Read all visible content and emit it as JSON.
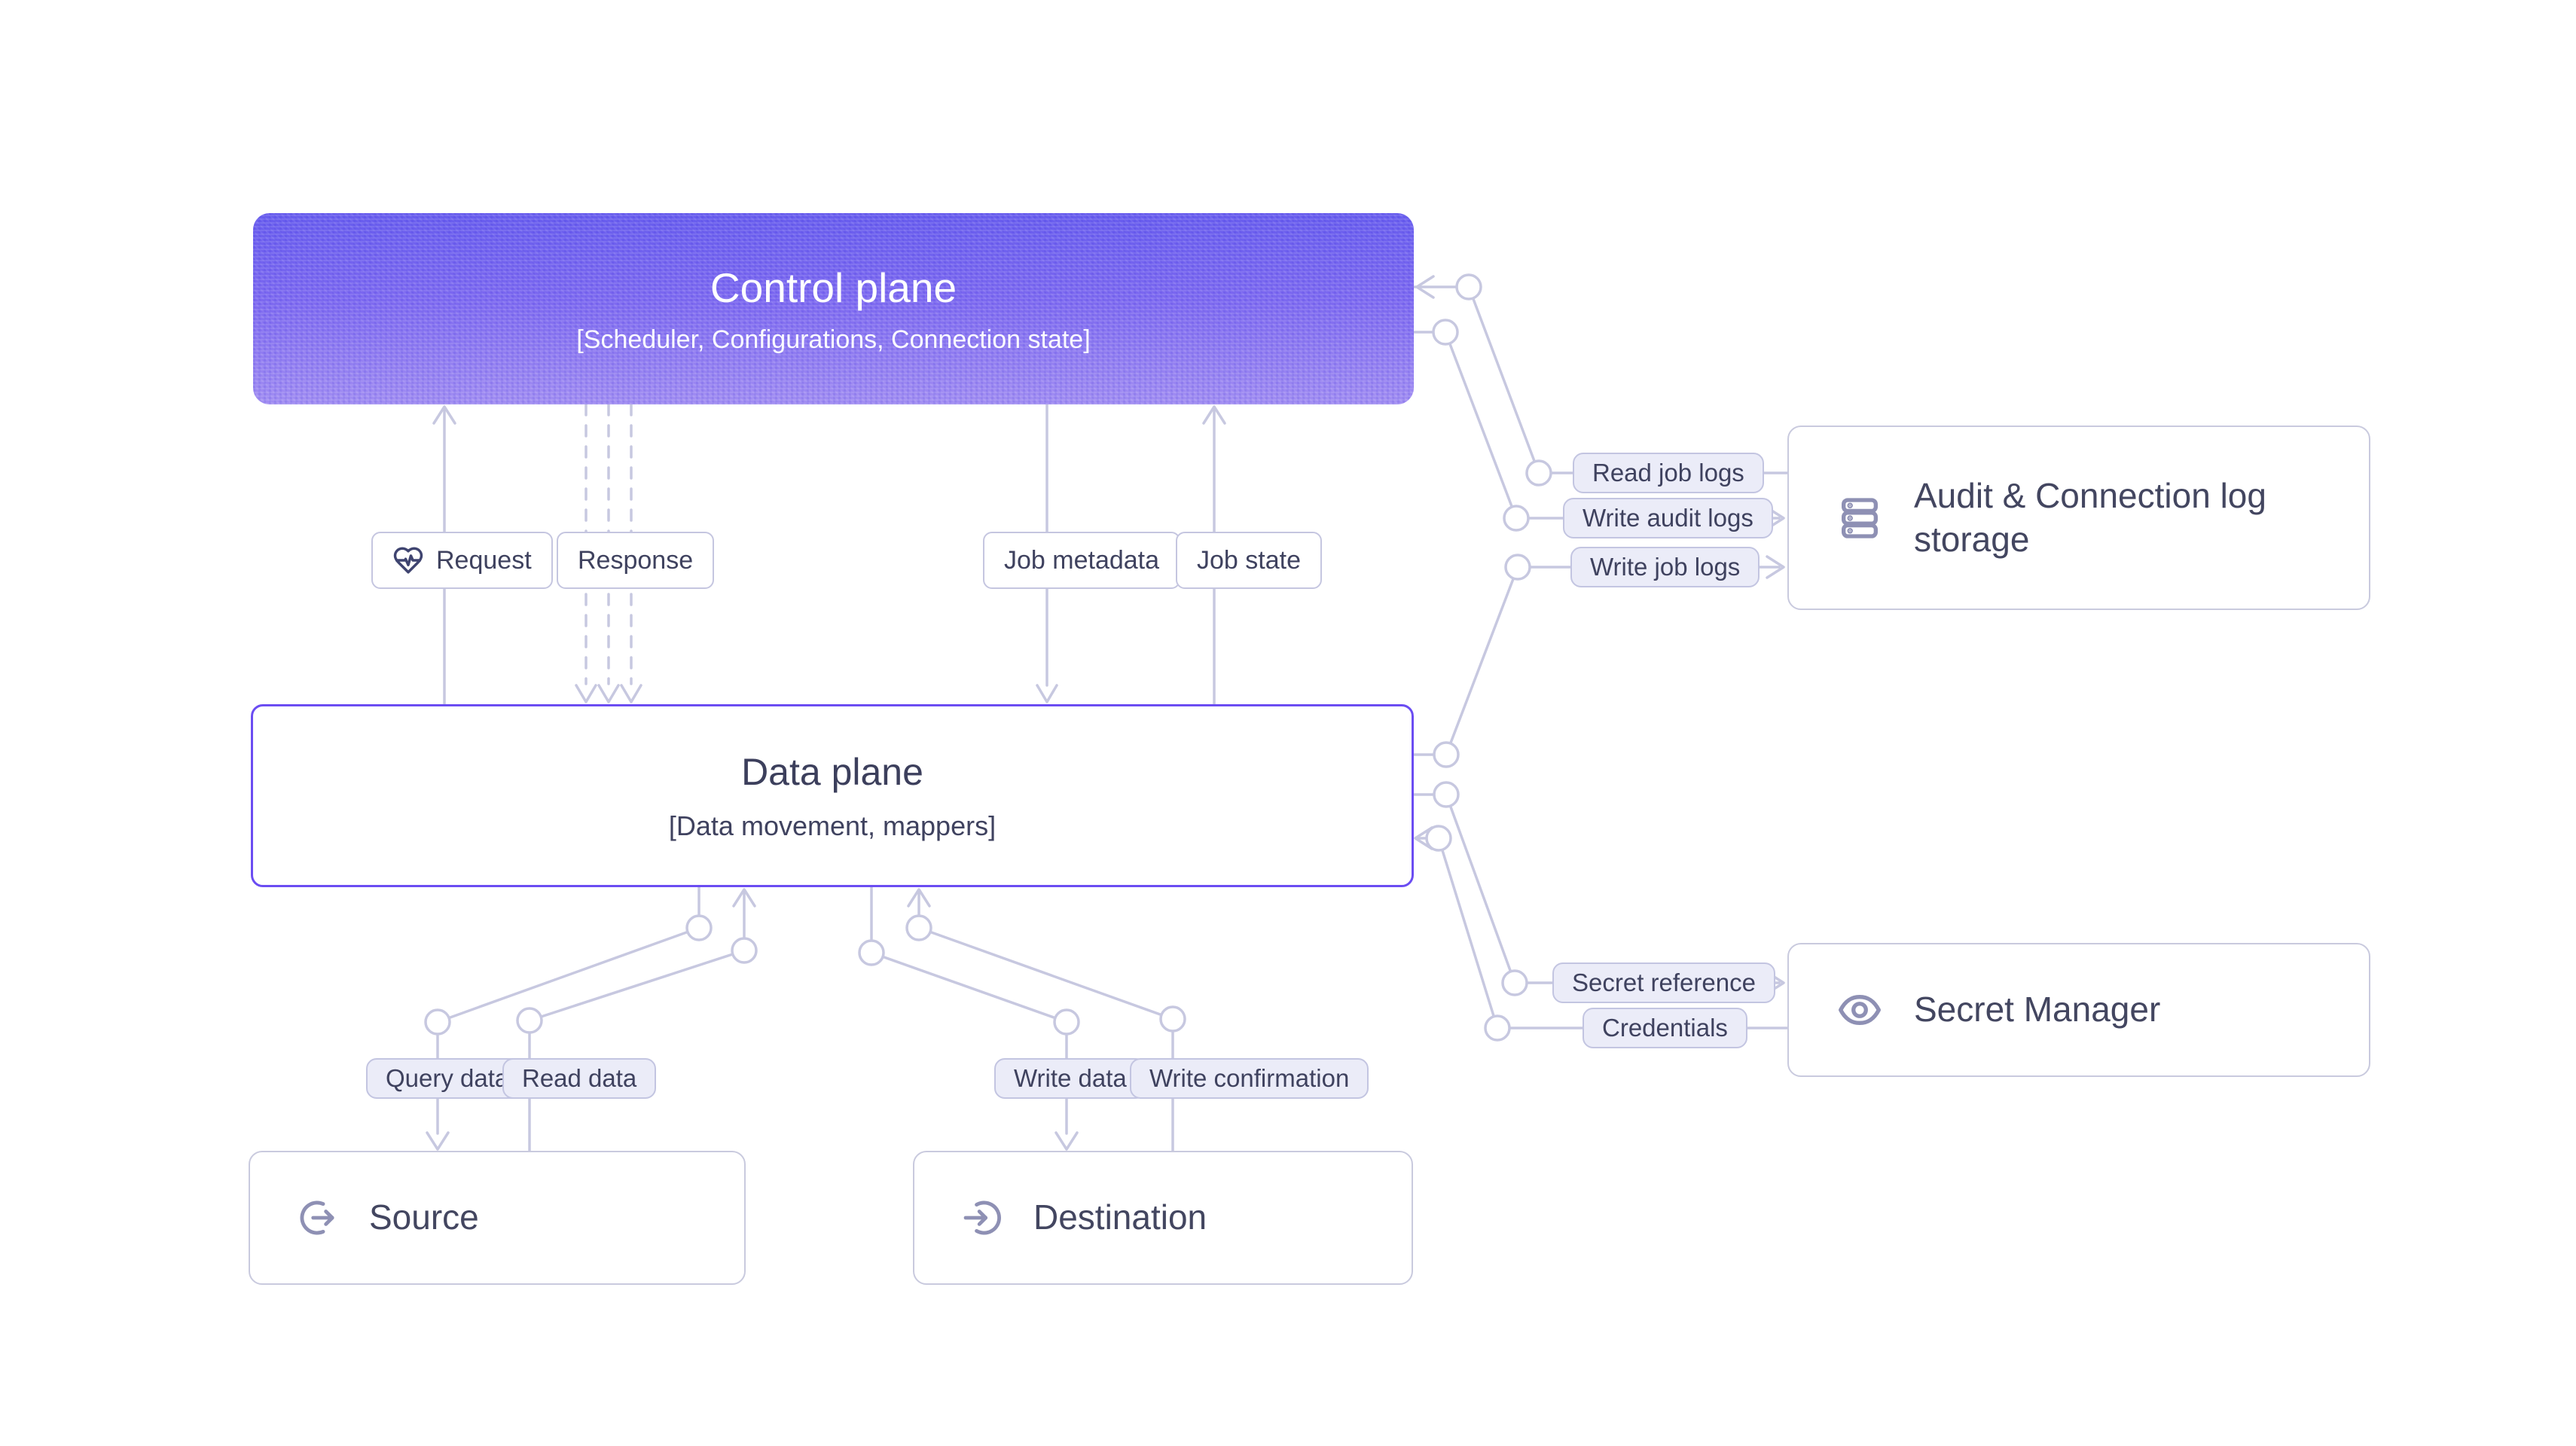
{
  "diagram": {
    "nodes": {
      "control_plane": {
        "title": "Control plane",
        "subtitle": "[Scheduler, Configurations, Connection state]"
      },
      "data_plane": {
        "title": "Data plane",
        "subtitle": "[Data movement, mappers]"
      },
      "source": {
        "title": "Source"
      },
      "destination": {
        "title": "Destination"
      },
      "audit_log_storage": {
        "title": "Audit & Connection log storage"
      },
      "secret_manager": {
        "title": "Secret Manager"
      }
    },
    "edge_labels": {
      "request": "Request",
      "response": "Response",
      "job_metadata": "Job metadata",
      "job_state": "Job state",
      "read_job_logs": "Read job logs",
      "write_audit_logs": "Write audit logs",
      "write_job_logs": "Write job logs",
      "secret_reference": "Secret reference",
      "credentials": "Credentials",
      "query_data": "Query data",
      "read_data": "Read data",
      "write_data": "Write data",
      "write_confirmation": "Write confirmation"
    },
    "icons": {
      "request": "heart-pulse-icon",
      "audit_log_storage": "database-stack-icon",
      "secret_manager": "eye-icon",
      "source": "export-arrow-icon",
      "destination": "import-arrow-icon"
    },
    "colors": {
      "control_plane_gradient_top": "#675cee",
      "control_plane_gradient_bottom": "#a18df2",
      "data_plane_border": "#6b4df2",
      "connector_line": "#c7c8e0",
      "pill_fill": "#ebecf8",
      "node_border": "#c9cade",
      "text_dark": "#3f425f",
      "icon_gray": "#8e90b4"
    }
  }
}
